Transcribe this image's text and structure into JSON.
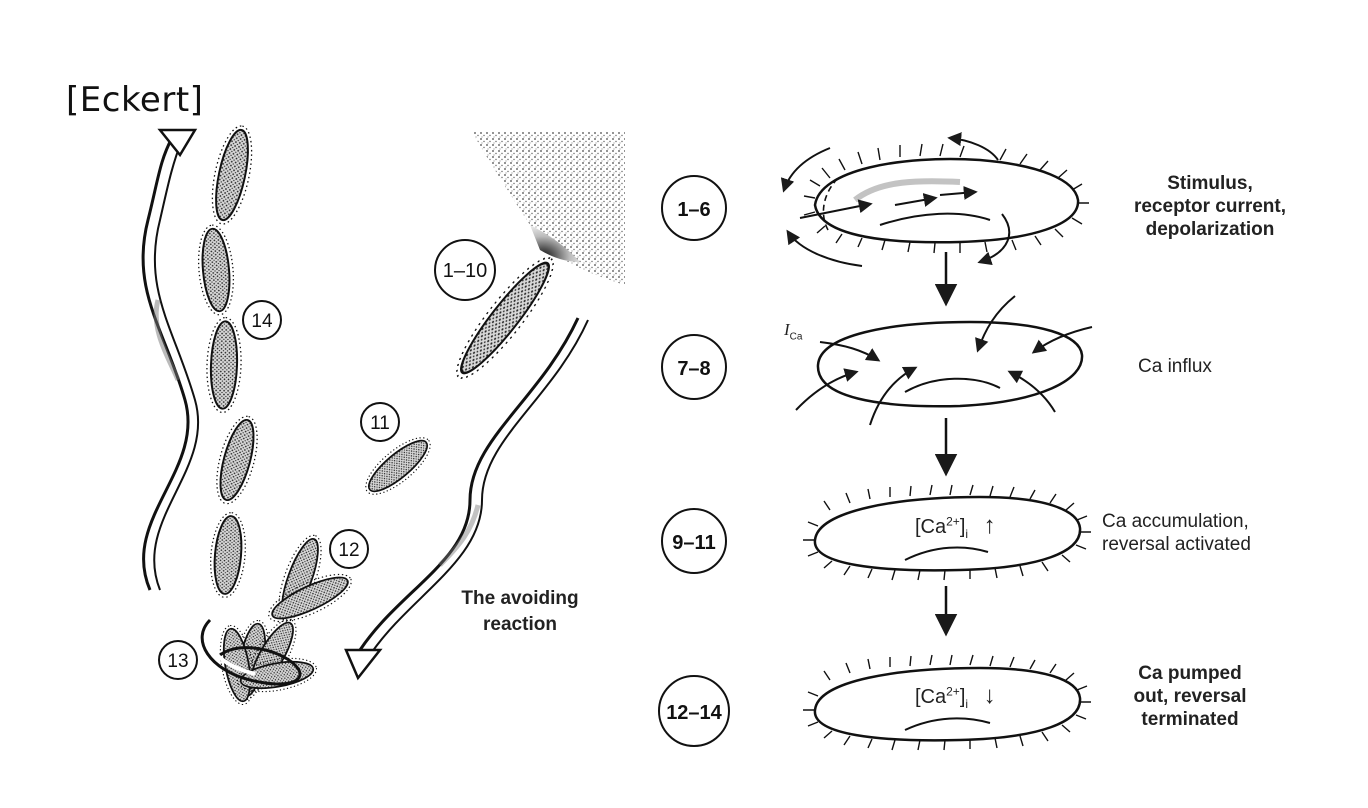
{
  "source_tag": "[Eckert]",
  "avoiding_caption": {
    "line1": "The avoiding",
    "line2": "reaction"
  },
  "left_labels": {
    "l1_10": "1–10",
    "l11": "11",
    "l12": "12",
    "l13": "13",
    "l14": "14"
  },
  "stages": [
    {
      "id": "1–6",
      "text_lines": [
        "Stimulus,",
        "receptor current,",
        "depolarization"
      ]
    },
    {
      "id": "7–8",
      "text_lines": [
        "Ca influx"
      ]
    },
    {
      "id": "9–11",
      "text_lines": [
        "Ca accumulation,",
        "reversal activated"
      ]
    },
    {
      "id": "12–14",
      "text_lines": [
        "Ca pumped",
        "out, reversal",
        "terminated"
      ]
    }
  ],
  "current_label": {
    "symbol": "I",
    "subscript": "Ca"
  },
  "conc_labels": {
    "up": {
      "base": "[Ca",
      "sup": "2+",
      "close": "]",
      "sub": "i",
      "arrow": "↑"
    },
    "down": {
      "base": "[Ca",
      "sup": "2+",
      "close": "]",
      "sub": "i",
      "arrow": "↓"
    }
  }
}
